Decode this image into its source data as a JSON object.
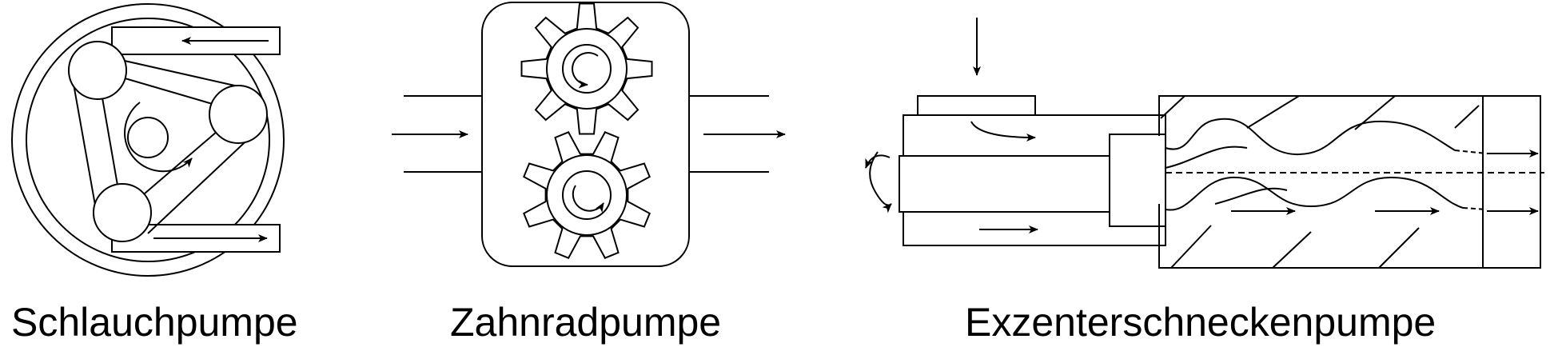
{
  "labels": {
    "hose_pump": "Schlauchpumpe",
    "gear_pump": "Zahnradpumpe",
    "screw_pump": "Exzenterschneckenpumpe"
  },
  "colors": {
    "stroke": "#000000",
    "background": "#ffffff"
  }
}
